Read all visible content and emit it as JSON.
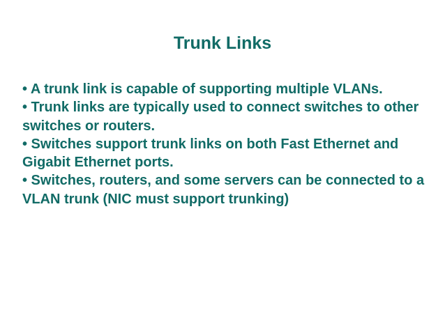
{
  "slide": {
    "title": "Trunk Links",
    "text_color": "#116b66",
    "background_color": "#ffffff",
    "bullets": [
      "• A trunk link is capable of supporting multiple VLANs.",
      "• Trunk links are typically used to connect switches to other switches or routers.",
      "• Switches support trunk links on both Fast Ethernet and Gigabit Ethernet ports.",
      "• Switches, routers, and some servers can be connected to a VLAN trunk (NIC must support trunking)"
    ]
  }
}
